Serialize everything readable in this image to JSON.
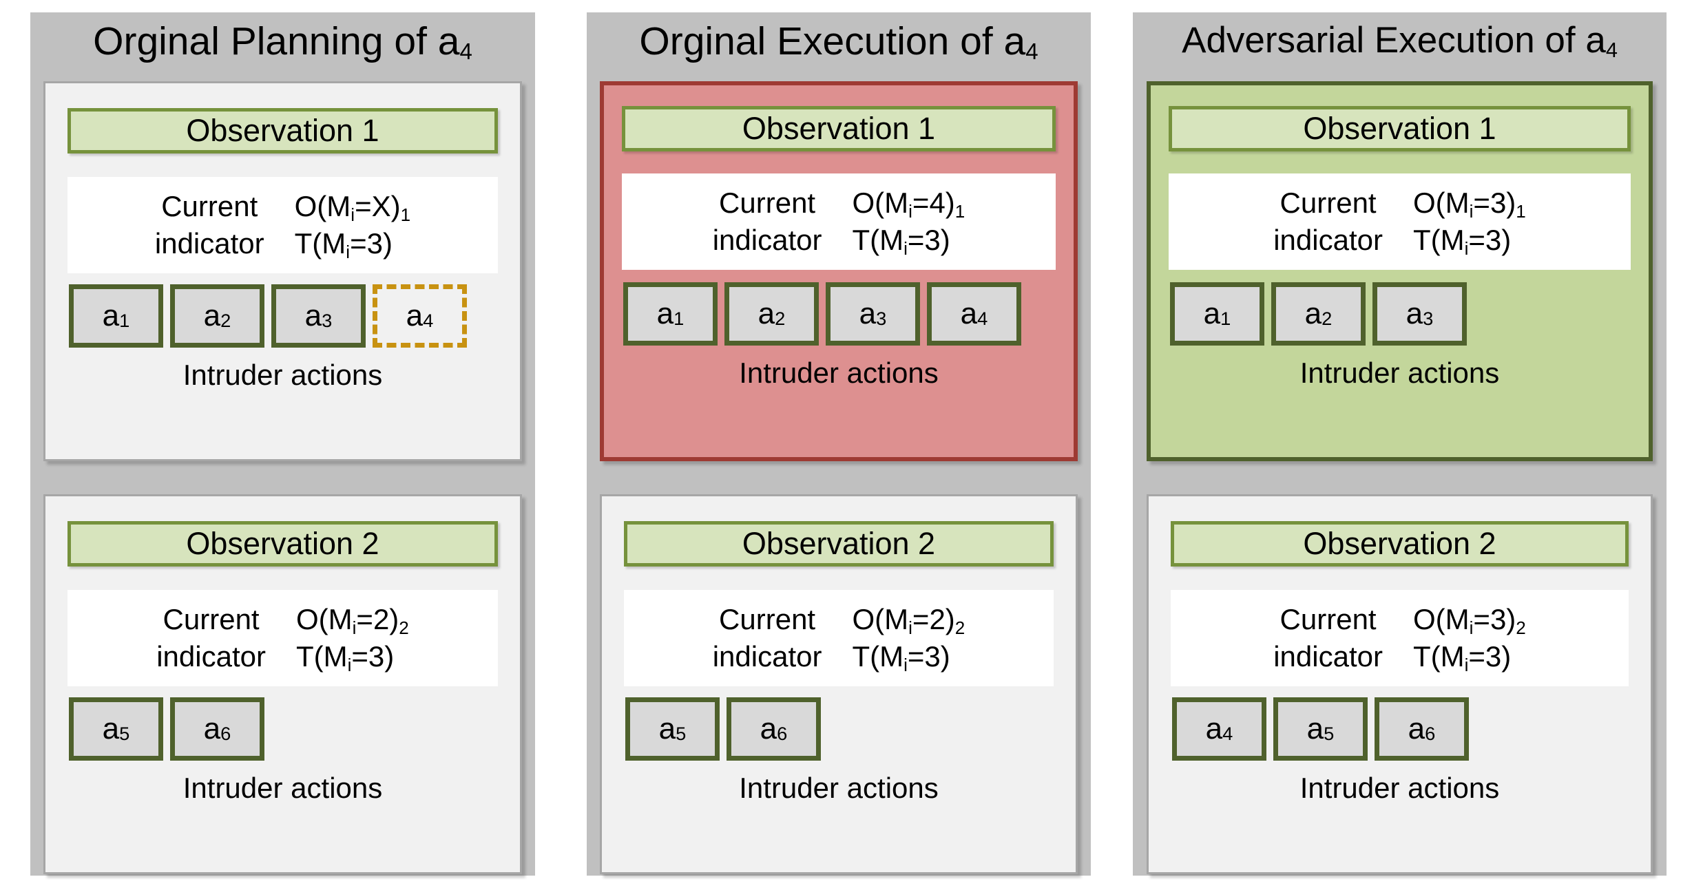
{
  "figure": {
    "title": "Orginal Planning, Orginal Execution and Adversarial Execution of a4",
    "colors": {
      "column_background": "#c0c0c0",
      "panel_background": "#f1f1f1",
      "panel_border": "#a6a6a6",
      "observation_chip_fill": "#d7e4bd",
      "observation_chip_border": "#76923c",
      "action_chip_fill": "#d9d9d9",
      "action_chip_border": "#4f612c",
      "planned_action_border": "#c89211",
      "highlight_red_fill": "#dd9090",
      "highlight_red_border": "#9e3a33",
      "highlight_green_fill": "#c3d69b",
      "highlight_green_border": "#4f612c",
      "indicator_background": "#ffffff"
    }
  },
  "columns": [
    {
      "id": "orginal-planning",
      "title_main": "Orginal Planning of a",
      "title_sub": "4",
      "panels": [
        {
          "variant": "plain",
          "observation_label": "Observation 1",
          "indicator_left_line1": "Current",
          "indicator_left_line2": "indicator",
          "indicator_right_line1_main": "O(M",
          "indicator_right_line1_sub1": "i",
          "indicator_right_line1_mid": "=X)",
          "indicator_right_line1_sub2": "1",
          "indicator_right_line2_main": "T(M",
          "indicator_right_line2_sub1": "i",
          "indicator_right_line2_mid": "=3)",
          "actions": [
            {
              "label_main": "a",
              "label_sub": "1",
              "state": "executed"
            },
            {
              "label_main": "a",
              "label_sub": "2",
              "state": "executed"
            },
            {
              "label_main": "a",
              "label_sub": "3",
              "state": "executed"
            },
            {
              "label_main": "a",
              "label_sub": "4",
              "state": "planned"
            }
          ],
          "actions_caption": "Intruder actions"
        },
        {
          "variant": "plain",
          "observation_label": "Observation 2",
          "indicator_left_line1": "Current",
          "indicator_left_line2": "indicator",
          "indicator_right_line1_main": "O(M",
          "indicator_right_line1_sub1": "i",
          "indicator_right_line1_mid": "=2)",
          "indicator_right_line1_sub2": "2",
          "indicator_right_line2_main": "T(M",
          "indicator_right_line2_sub1": "i",
          "indicator_right_line2_mid": "=3)",
          "actions": [
            {
              "label_main": "a",
              "label_sub": "5",
              "state": "executed"
            },
            {
              "label_main": "a",
              "label_sub": "6",
              "state": "executed"
            }
          ],
          "actions_caption": "Intruder actions"
        }
      ]
    },
    {
      "id": "orginal-execution",
      "title_main": "Orginal Execution of a",
      "title_sub": "4",
      "panels": [
        {
          "variant": "red",
          "observation_label": "Observation 1",
          "indicator_left_line1": "Current",
          "indicator_left_line2": "indicator",
          "indicator_right_line1_main": "O(M",
          "indicator_right_line1_sub1": "i",
          "indicator_right_line1_mid": "=4)",
          "indicator_right_line1_sub2": "1",
          "indicator_right_line2_main": "T(M",
          "indicator_right_line2_sub1": "i",
          "indicator_right_line2_mid": "=3)",
          "actions": [
            {
              "label_main": "a",
              "label_sub": "1",
              "state": "executed"
            },
            {
              "label_main": "a",
              "label_sub": "2",
              "state": "executed"
            },
            {
              "label_main": "a",
              "label_sub": "3",
              "state": "executed"
            },
            {
              "label_main": "a",
              "label_sub": "4",
              "state": "executed"
            }
          ],
          "actions_caption": "Intruder actions"
        },
        {
          "variant": "plain",
          "observation_label": "Observation 2",
          "indicator_left_line1": "Current",
          "indicator_left_line2": "indicator",
          "indicator_right_line1_main": "O(M",
          "indicator_right_line1_sub1": "i",
          "indicator_right_line1_mid": "=2)",
          "indicator_right_line1_sub2": "2",
          "indicator_right_line2_main": "T(M",
          "indicator_right_line2_sub1": "i",
          "indicator_right_line2_mid": "=3)",
          "actions": [
            {
              "label_main": "a",
              "label_sub": "5",
              "state": "executed"
            },
            {
              "label_main": "a",
              "label_sub": "6",
              "state": "executed"
            }
          ],
          "actions_caption": "Intruder actions"
        }
      ]
    },
    {
      "id": "adversarial-execution",
      "title_main": "Adversarial Execution of a",
      "title_sub": "4",
      "panels": [
        {
          "variant": "green",
          "observation_label": "Observation 1",
          "indicator_left_line1": "Current",
          "indicator_left_line2": "indicator",
          "indicator_right_line1_main": "O(M",
          "indicator_right_line1_sub1": "i",
          "indicator_right_line1_mid": "=3)",
          "indicator_right_line1_sub2": "1",
          "indicator_right_line2_main": "T(M",
          "indicator_right_line2_sub1": "i",
          "indicator_right_line2_mid": "=3)",
          "actions": [
            {
              "label_main": "a",
              "label_sub": "1",
              "state": "executed"
            },
            {
              "label_main": "a",
              "label_sub": "2",
              "state": "executed"
            },
            {
              "label_main": "a",
              "label_sub": "3",
              "state": "executed"
            }
          ],
          "actions_caption": "Intruder actions"
        },
        {
          "variant": "plain",
          "observation_label": "Observation 2",
          "indicator_left_line1": "Current",
          "indicator_left_line2": "indicator",
          "indicator_right_line1_main": "O(M",
          "indicator_right_line1_sub1": "i",
          "indicator_right_line1_mid": "=3)",
          "indicator_right_line1_sub2": "2",
          "indicator_right_line2_main": "T(M",
          "indicator_right_line2_sub1": "i",
          "indicator_right_line2_mid": "=3)",
          "actions": [
            {
              "label_main": "a",
              "label_sub": "4",
              "state": "executed"
            },
            {
              "label_main": "a",
              "label_sub": "5",
              "state": "executed"
            },
            {
              "label_main": "a",
              "label_sub": "6",
              "state": "executed"
            }
          ],
          "actions_caption": "Intruder actions"
        }
      ]
    }
  ]
}
